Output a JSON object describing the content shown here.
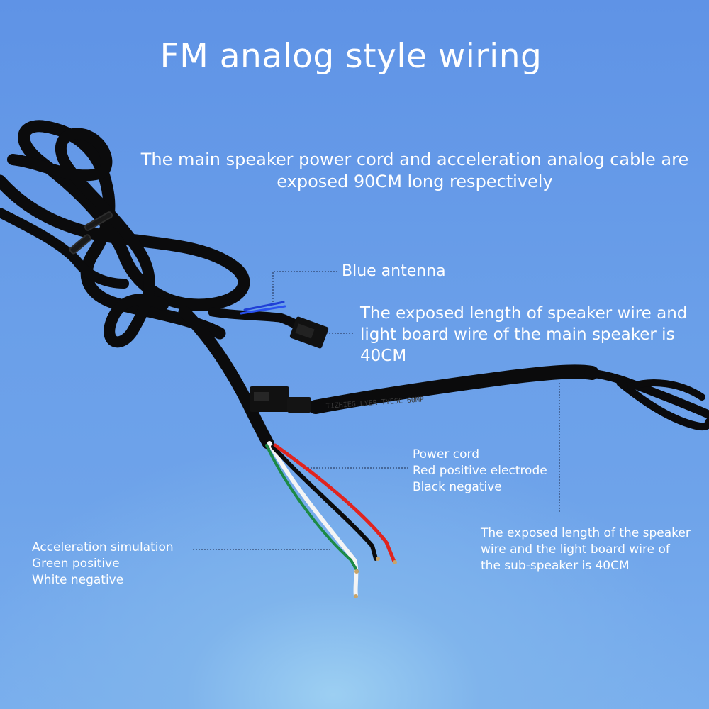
{
  "title": "FM analog style wiring",
  "intro": "The main speaker power cord and acceleration analog cable are exposed 90CM long respectively",
  "labels": {
    "blue_antenna": "Blue antenna",
    "main_speaker_wire": "The exposed length of speaker wire and light board wire of the main speaker is 40CM",
    "power_cord": [
      "Power cord",
      "Red positive electrode",
      "Black negative"
    ],
    "sub_speaker_wire": "The exposed length of the speaker wire and the light board wire of the sub-speaker is 40CM",
    "acceleration": [
      "Acceleration simulation",
      "Green positive",
      "White negative"
    ]
  },
  "colors": {
    "background": "#6a9fe9",
    "cable": "#0b0b0c",
    "antenna_wire": "#1f3fd6",
    "red_wire": "#e0241f",
    "green_wire": "#1c8a46",
    "white_wire": "#f4f4f4",
    "text": "#ffffff"
  },
  "cable_print": "TIZHIEG EYER TYESC 60MP"
}
